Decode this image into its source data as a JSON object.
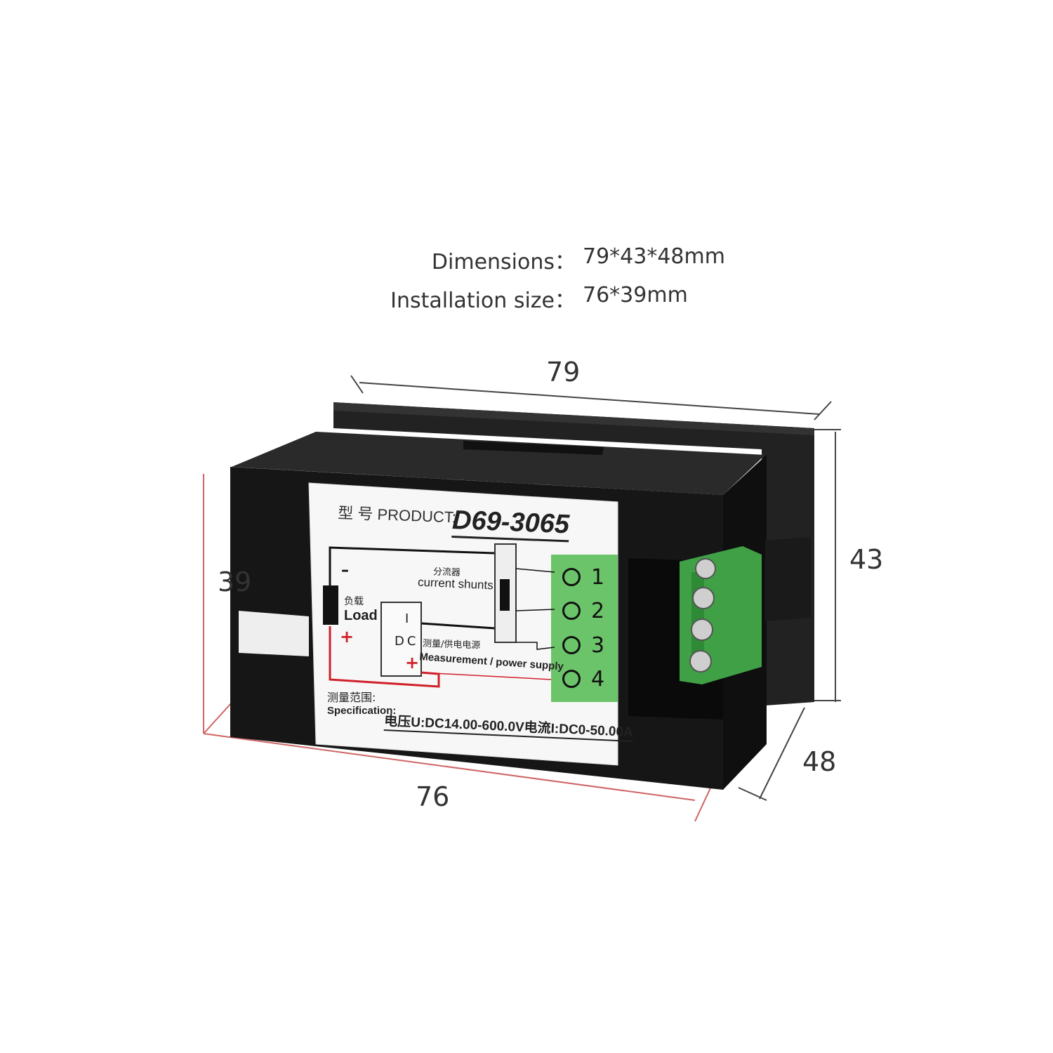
{
  "specs": {
    "dimensions_label": "Dimensions：",
    "dimensions_value": "79*43*48mm",
    "installation_label": "Installation size：",
    "installation_value": "76*39mm"
  },
  "dimension_labels": {
    "top_width": "79",
    "right_height": "43",
    "left_height": "39",
    "bottom_width": "76",
    "depth": "48"
  },
  "label_card": {
    "model_prefix": "型 号 PRODUCT:",
    "model": "D69-3065",
    "shunt_cn": "分流器",
    "shunt_en": "current shunts",
    "load_cn": "负载",
    "load_en": "Load",
    "minus": "–",
    "plus": "+",
    "dc_i": "I",
    "dc": "DC",
    "supply_cn": "测量/供电电源",
    "supply_en": "Measurement / power supply",
    "range_cn": "测量范围:",
    "spec_label": "Specification:",
    "spec_value": "电压U:DC14.00-600.0V电流I:DC0-50.00A",
    "terminals": [
      "1",
      "2",
      "3",
      "4"
    ]
  },
  "colors": {
    "body": "#1c1c1c",
    "terminal_green": "#5fbf5f",
    "dimension_line": "#444444",
    "red_dimension": "#c84a4a",
    "wire_red": "#d0202a"
  }
}
